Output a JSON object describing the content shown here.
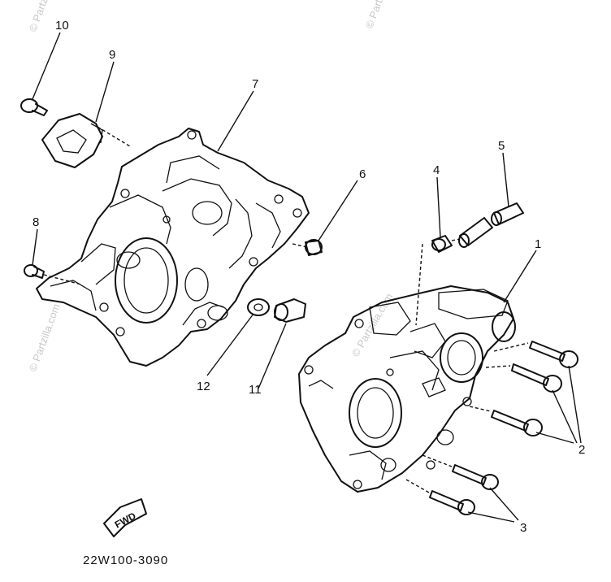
{
  "diagram": {
    "callouts": [
      {
        "id": "1",
        "label": "1"
      },
      {
        "id": "2",
        "label": "2"
      },
      {
        "id": "3",
        "label": "3"
      },
      {
        "id": "4",
        "label": "4"
      },
      {
        "id": "5",
        "label": "5"
      },
      {
        "id": "6",
        "label": "6"
      },
      {
        "id": "7",
        "label": "7"
      },
      {
        "id": "8",
        "label": "8"
      },
      {
        "id": "9",
        "label": "9"
      },
      {
        "id": "10",
        "label": "10"
      },
      {
        "id": "11",
        "label": "11"
      },
      {
        "id": "12",
        "label": "12"
      }
    ],
    "fwd_label": "FWD",
    "diagram_code": "22W100-3090"
  },
  "watermark": {
    "text": "© Partzilla.com"
  }
}
